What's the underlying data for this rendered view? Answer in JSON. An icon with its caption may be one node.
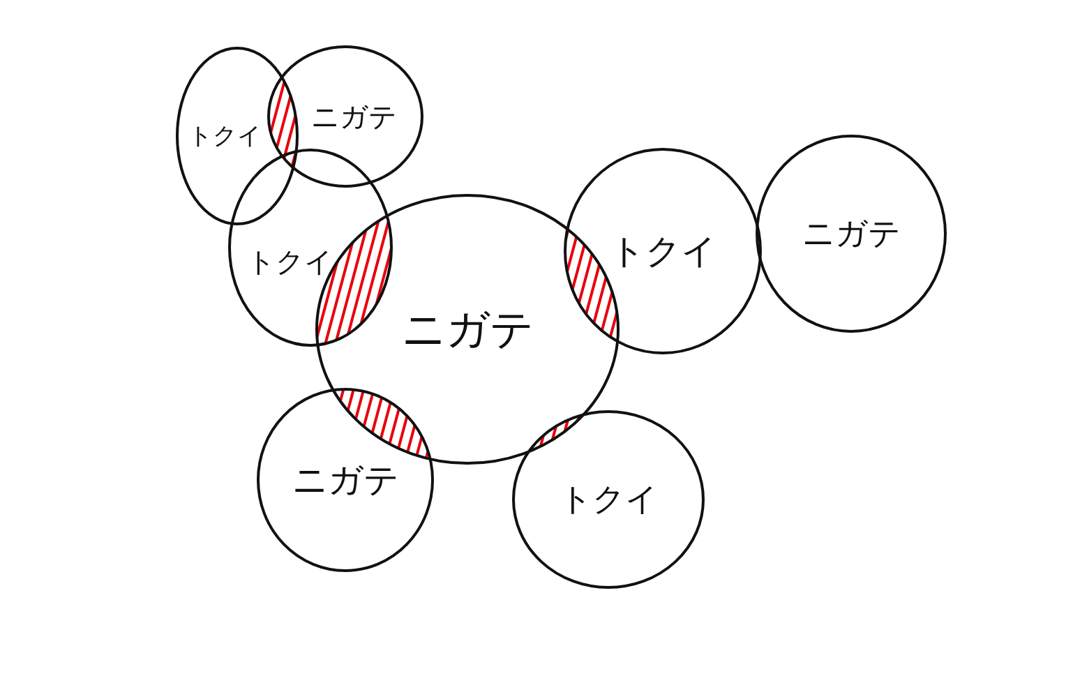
{
  "diagram": {
    "nodes": [
      {
        "text": [
          "トクイ"
        ]
      },
      {
        "text": [
          "ニガテ"
        ]
      },
      {
        "text": [
          "トクイ"
        ]
      },
      {
        "text": [
          "ニガテ"
        ]
      },
      {
        "text": [
          "トクイ"
        ]
      },
      {
        "text": [
          "ニガテ"
        ]
      },
      {
        "text": [
          "ニガテ"
        ]
      },
      {
        "text": [
          "トクイ"
        ]
      }
    ]
  }
}
